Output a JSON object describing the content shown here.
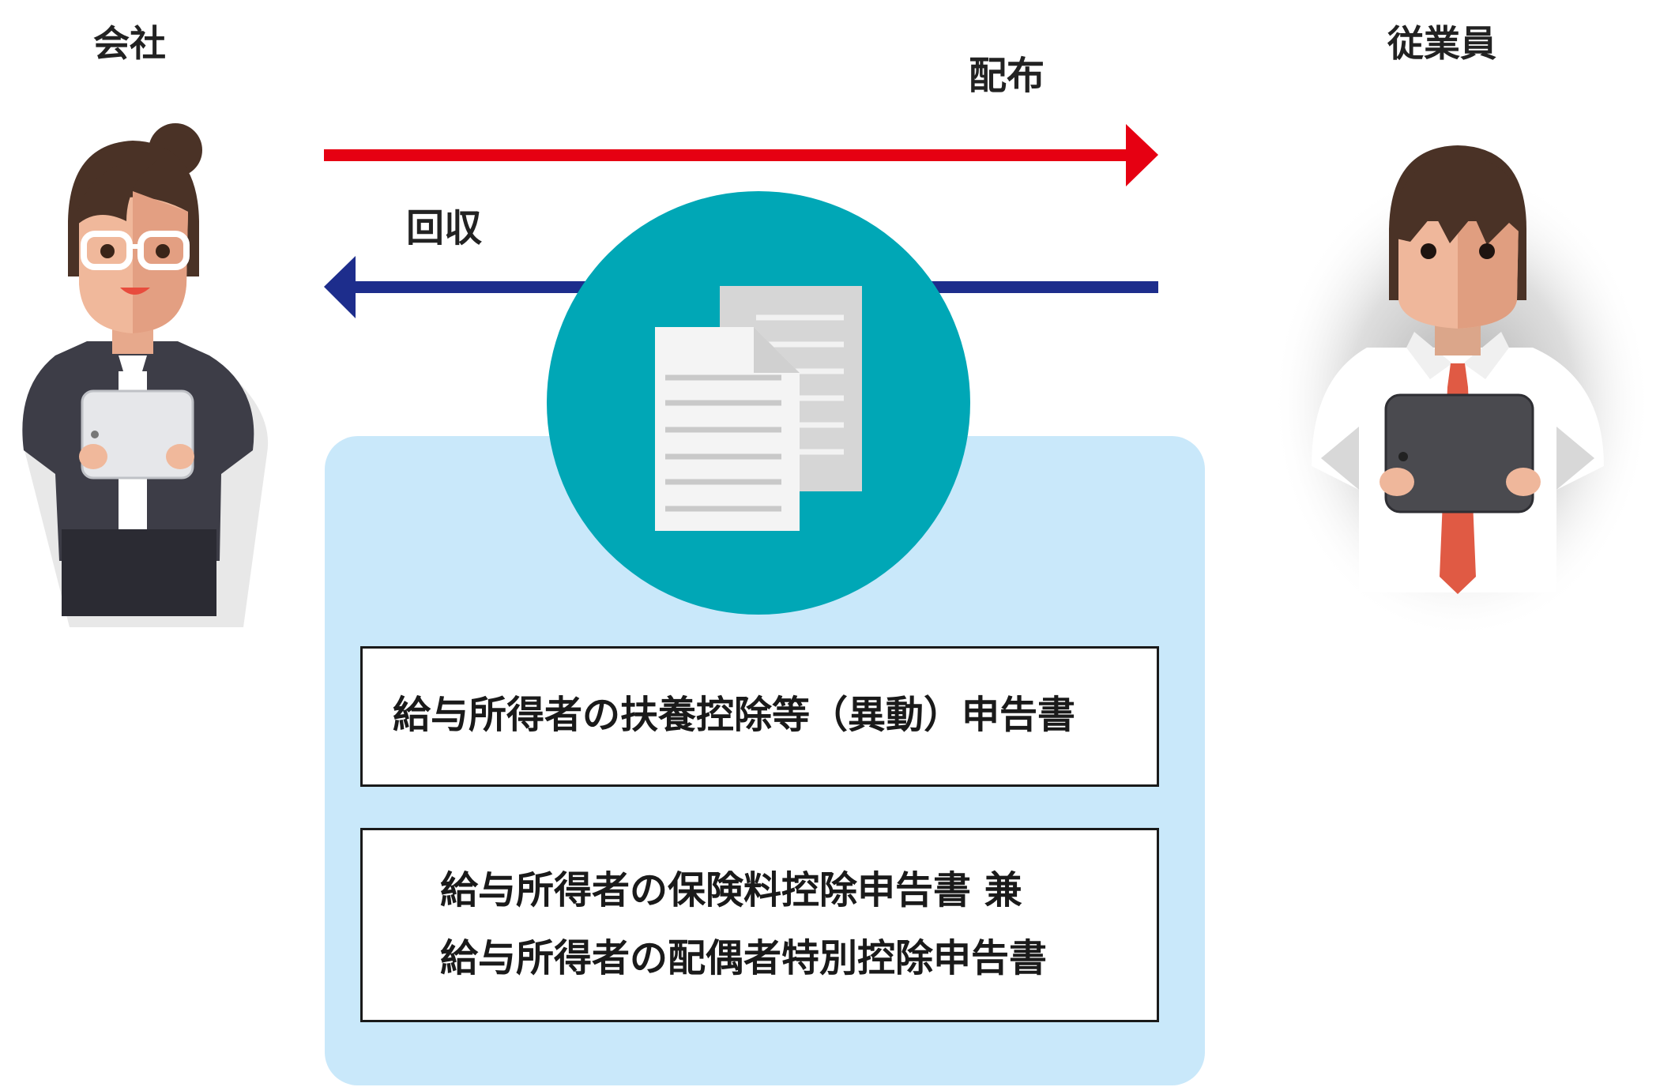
{
  "actors": {
    "company": {
      "label": "会社",
      "icon": "woman-with-tablet-icon"
    },
    "employee": {
      "label": "従業員",
      "icon": "man-with-tablet-icon"
    }
  },
  "flows": {
    "distribute": {
      "label": "配布",
      "color": "#e60012",
      "direction": "company-to-employee"
    },
    "collect": {
      "label": "回収",
      "color": "#1d2d8c",
      "direction": "employee-to-company"
    }
  },
  "center": {
    "icon": "documents-icon",
    "circle_color": "#00a7b6",
    "panel_color": "#c9e8fa"
  },
  "forms": [
    {
      "lines": [
        "給与所得者の扶養控除等（異動）申告書"
      ]
    },
    {
      "lines": [
        "給与所得者の保険料控除申告書 兼",
        "給与所得者の配偶者特別控除申告書"
      ]
    }
  ]
}
